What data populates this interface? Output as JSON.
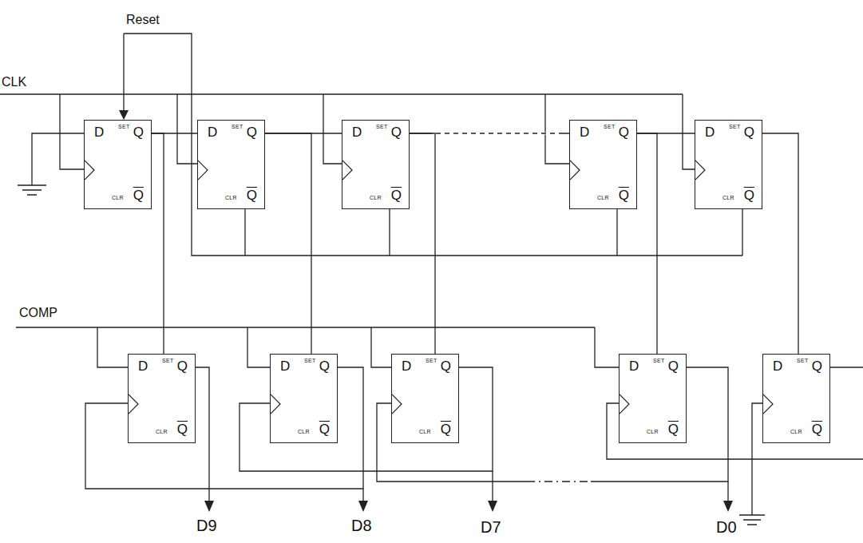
{
  "diagram": {
    "nodes": [
      {
        "text": [
          "D",
          "SET",
          "Q",
          "CLR",
          "Q"
        ]
      },
      {
        "text": [
          "D",
          "SET",
          "Q",
          "CLR",
          "Q"
        ]
      },
      {
        "text": [
          "D",
          "SET",
          "Q",
          "CLR",
          "Q"
        ]
      },
      {
        "text": [
          "D",
          "SET",
          "Q",
          "CLR",
          "Q"
        ]
      },
      {
        "text": [
          "D",
          "SET",
          "Q",
          "CLR",
          "Q"
        ]
      },
      {
        "text": [
          "D",
          "SET",
          "Q",
          "CLR",
          "Q"
        ]
      },
      {
        "text": [
          "D",
          "SET",
          "Q",
          "CLR",
          "Q"
        ]
      },
      {
        "text": [
          "D",
          "SET",
          "Q",
          "CLR",
          "Q"
        ]
      },
      {
        "text": [
          "D",
          "SET",
          "Q",
          "CLR",
          "Q"
        ]
      },
      {
        "text": [
          "D",
          "SET",
          "Q",
          "CLR",
          "Q"
        ]
      }
    ],
    "edges": [
      {
        "from": 0,
        "to": 1,
        "arrow": "none"
      },
      {
        "from": 1,
        "to": 2,
        "arrow": "none"
      },
      {
        "from": 2,
        "to": 3,
        "arrow": "none"
      },
      {
        "from": 3,
        "to": 4,
        "arrow": "none"
      },
      {
        "from": 0,
        "to": 5,
        "arrow": "none"
      },
      {
        "from": 1,
        "to": 6,
        "arrow": "none"
      },
      {
        "from": 2,
        "to": 7,
        "arrow": "none"
      },
      {
        "from": 3,
        "to": 8,
        "arrow": "none"
      },
      {
        "from": 4,
        "to": 9,
        "arrow": "none"
      },
      {
        "from": 6,
        "to": 5,
        "arrow": "none"
      },
      {
        "from": 7,
        "to": 6,
        "arrow": "none"
      },
      {
        "from": 8,
        "to": 7,
        "arrow": "none"
      }
    ],
    "labels": [
      "Reset",
      "CLK",
      "COMP",
      "D9",
      "D8",
      "D7",
      "D0"
    ]
  }
}
